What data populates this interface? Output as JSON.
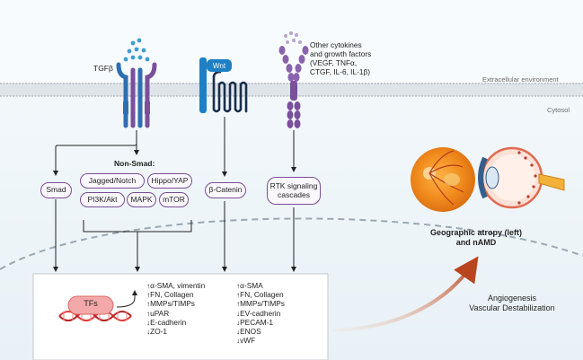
{
  "regions": {
    "extracellular": "Extracellular environment",
    "cytosol": "Cytosol"
  },
  "receptors": {
    "tgfb": "TGFβ",
    "wnt": "Wnt",
    "other_line1": "Other cytokines",
    "other_line2": "and growth factors",
    "other_line3": "(VEGF, TNFα,",
    "other_line4": "CTGF, IL-6, IL-1β)"
  },
  "pathways": {
    "smad": "Smad",
    "non_smad_title": "Non-Smad:",
    "jagged_notch": "Jagged/Notch",
    "hippo_yap": "Hippo/YAP",
    "pi3k_akt": "PI3K/Akt",
    "mapk": "MAPK",
    "mtor": "mTOR",
    "beta_catenin": "β-Catenin",
    "rtk_line1": "RTK signaling",
    "rtk_line2": "cascades"
  },
  "nucleus": {
    "tfs": "TFs",
    "list_left": [
      "↑α-SMA, vimentin",
      "↑FN, Collagen",
      "↑MMPs/TIMPs",
      "↑uPAR",
      "↓E-cadherin",
      "↓ZO-1"
    ],
    "list_right": [
      "↑α-SMA",
      "↑FN, Collagen",
      "↑MMPs/TIMPs",
      "↓EV-cadherin",
      "↓PECAM-1",
      "↓ENOS",
      "↓vWF"
    ]
  },
  "outcomes": {
    "atrophy_line1": "Geographic atropy (left)",
    "atrophy_line2": "and nAMD",
    "angio_line1": "Angiogenesis",
    "angio_line2": "Vascular Destabilization"
  },
  "colors": {
    "membrane": "#b7bec7",
    "receptor_blue": "#2f6fb0",
    "receptor_purple": "#7a4f9c",
    "ligand_blue": "#3a9fcf",
    "wnt": "#1e7fc4",
    "pill_border": "#7b4d97",
    "cytosol_bg": "#eef6fb",
    "arrow_orange": "#c0522b"
  }
}
